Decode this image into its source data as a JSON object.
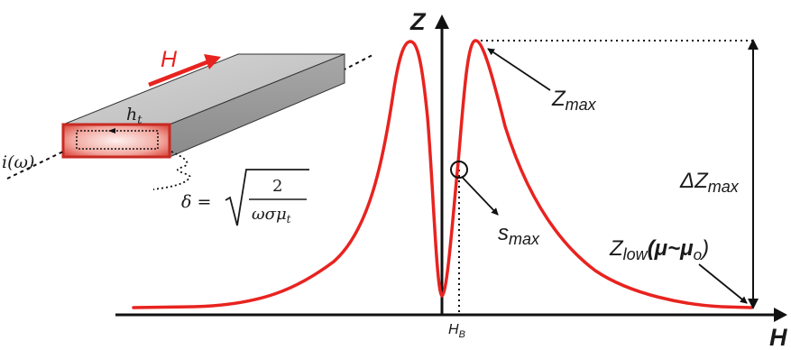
{
  "diagram": {
    "axis_y_label": "Z",
    "axis_x_label": "H",
    "field_arrow_label": "H",
    "conductor": {
      "thickness_label": "h",
      "thickness_sub": "t",
      "current_label": "i(ω)",
      "skin_depth": {
        "lhs": "δ =",
        "numerator": "2",
        "denominator": "ωσμ",
        "denominator_sub": "t"
      }
    },
    "annotations": {
      "zmax": {
        "main": "Z",
        "sub": "max"
      },
      "delta_zmax": {
        "main": "ΔZ",
        "sub": "max"
      },
      "smax": {
        "main": "s",
        "sub": "max"
      },
      "zlow": {
        "main": "Z",
        "sub": "low",
        "condition": "(μ~μ",
        "condition_sub": "o",
        "condition_end": ")"
      },
      "hb": {
        "main": "H",
        "sub": "B"
      }
    },
    "colors": {
      "curve": "#e8231f",
      "arrow": "#e8231f",
      "axis": "#111111",
      "bar_face": "#9e9e9e",
      "bar_top": "#c9c9c9",
      "bar_end": "#d94c44"
    }
  }
}
